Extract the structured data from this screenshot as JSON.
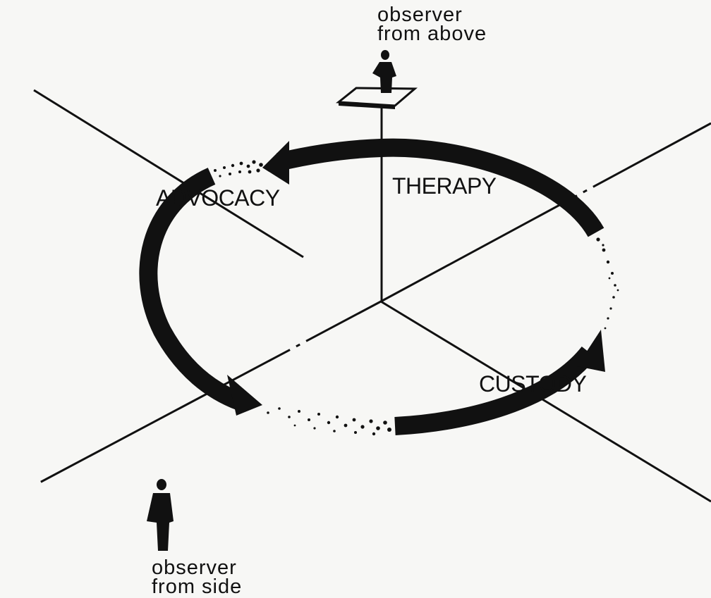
{
  "observer_top": {
    "line1": "observer",
    "line2": "from above"
  },
  "observer_side": {
    "line1": "observer",
    "line2": "from side"
  },
  "labels": {
    "advocacy": "ADVOCACY",
    "therapy": "THERAPY",
    "custody": "CUSTODY"
  },
  "colors": {
    "ink": "#111111",
    "paper": "#f7f7f5"
  }
}
